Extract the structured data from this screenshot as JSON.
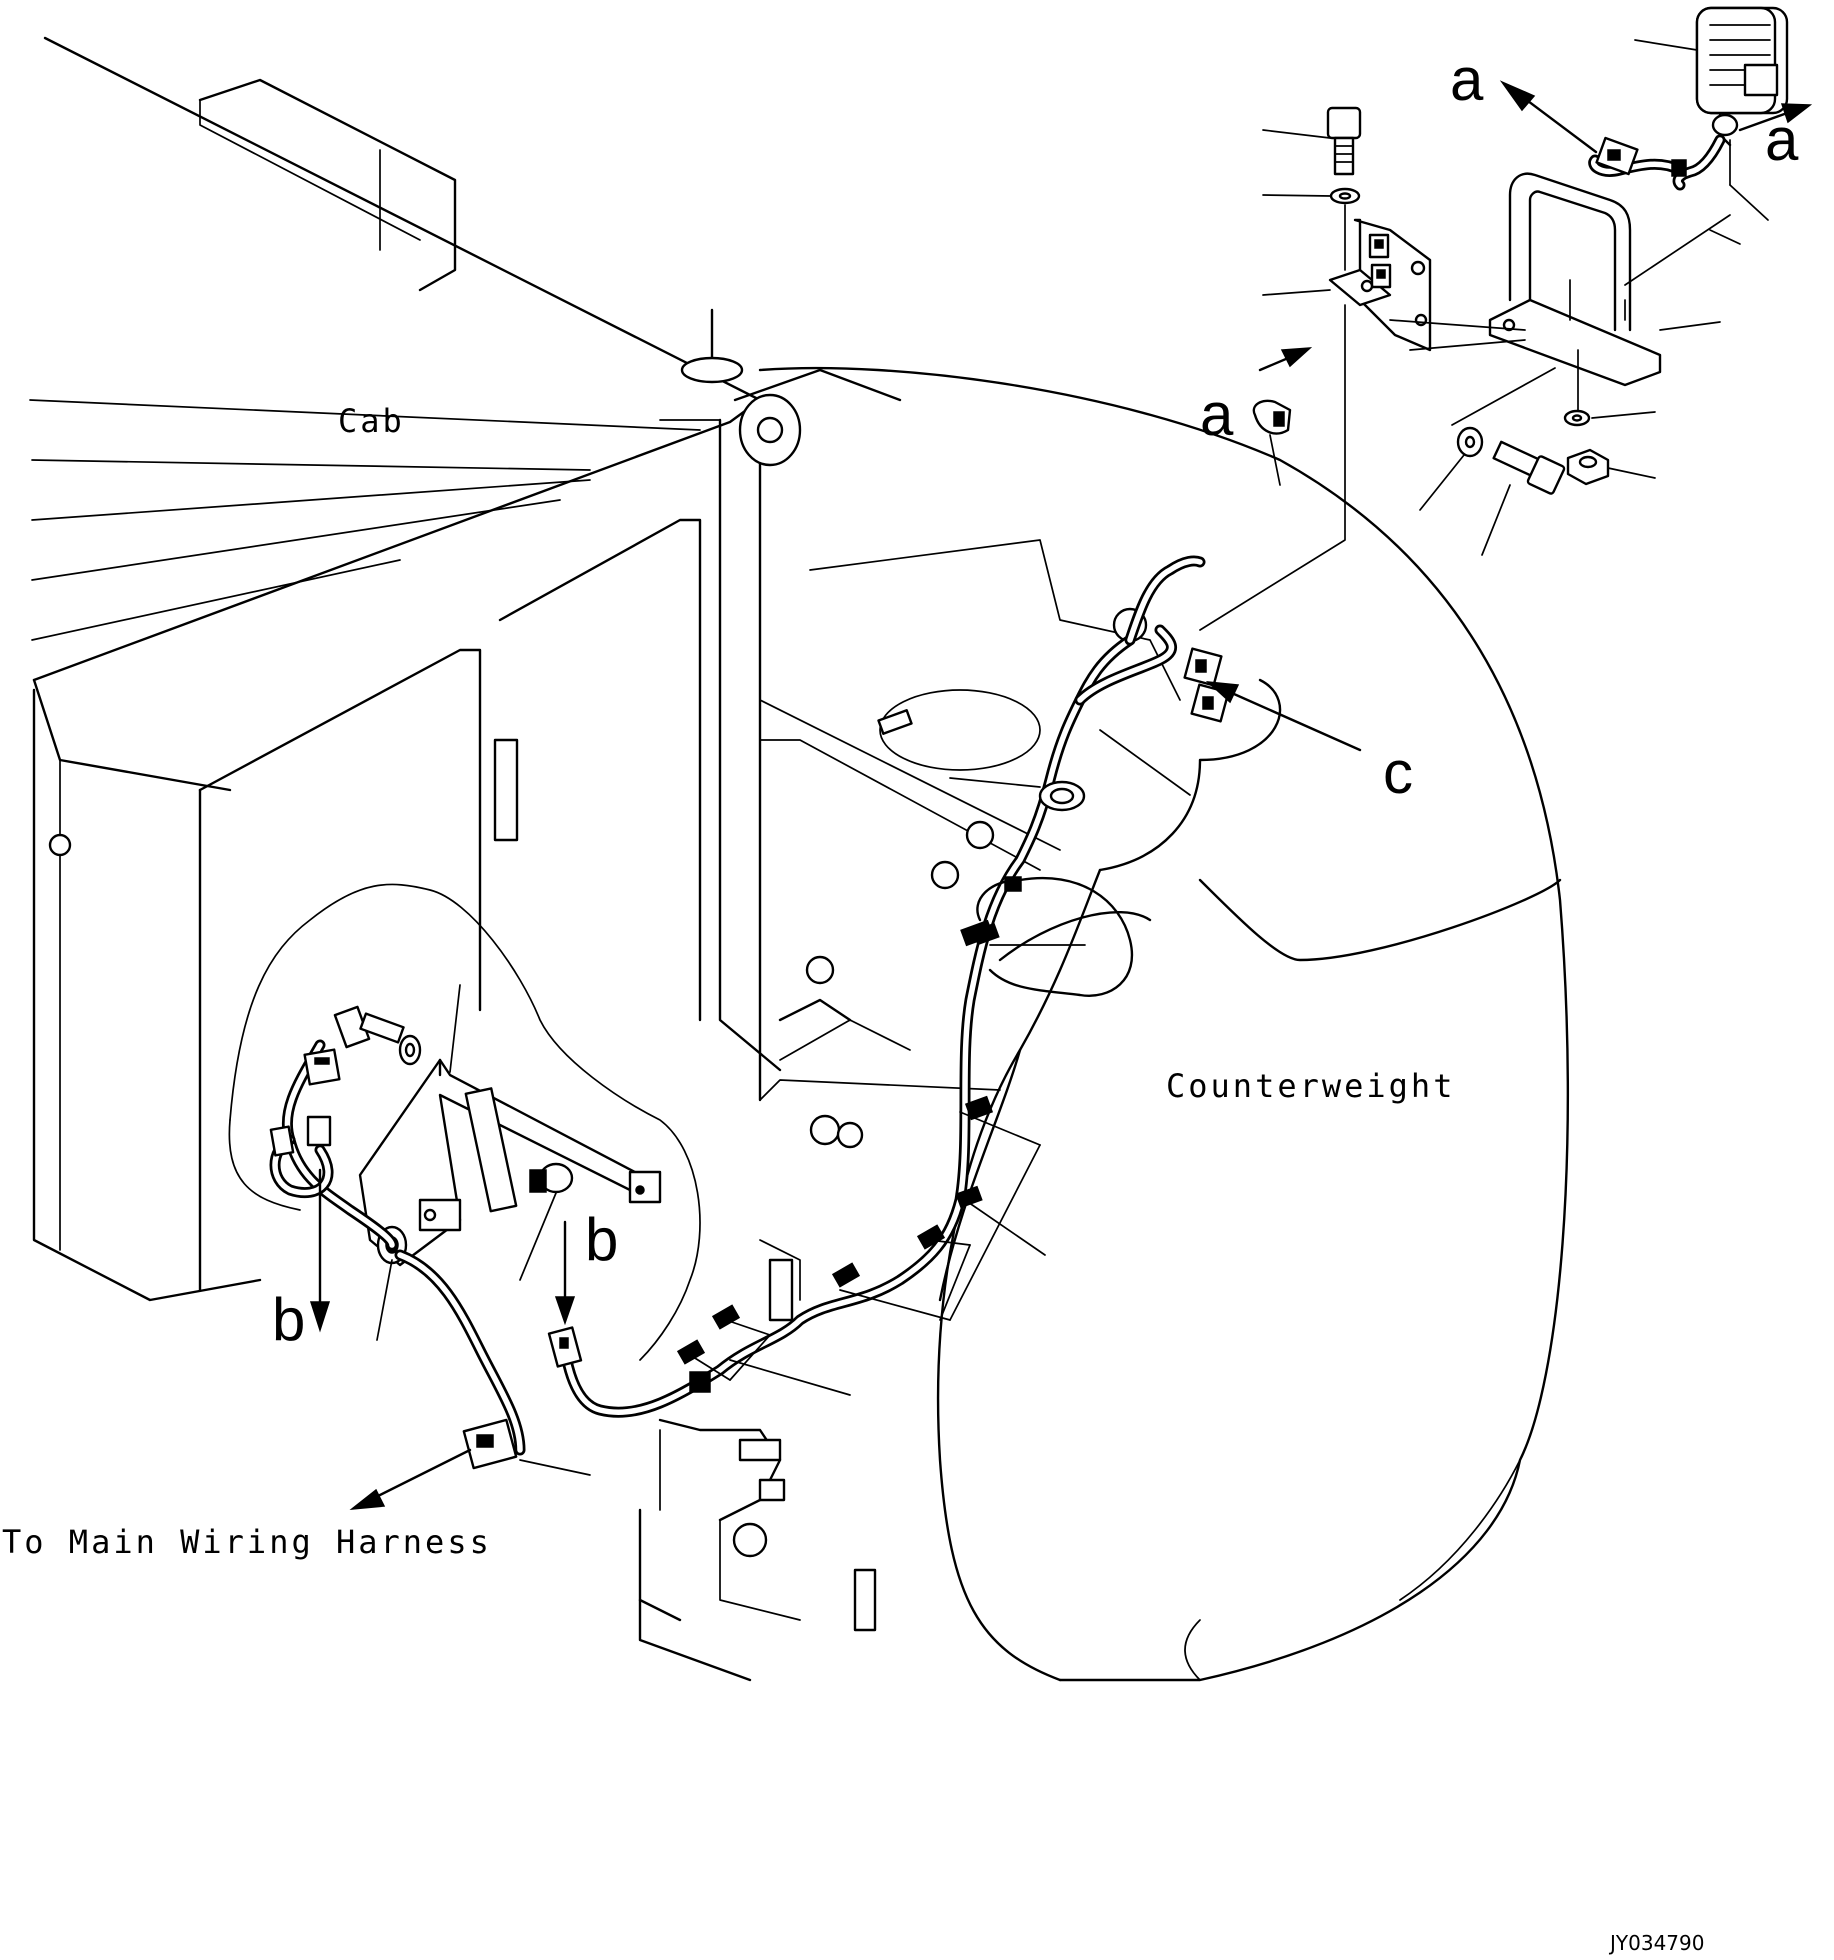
{
  "diagram": {
    "labels": {
      "cab": "Cab",
      "counterweight": "Counterweight",
      "to_main_harness": "To Main Wiring Harness",
      "ref_a": "a",
      "ref_b": "b",
      "ref_c": "c",
      "figure_code": "JY034790"
    }
  }
}
